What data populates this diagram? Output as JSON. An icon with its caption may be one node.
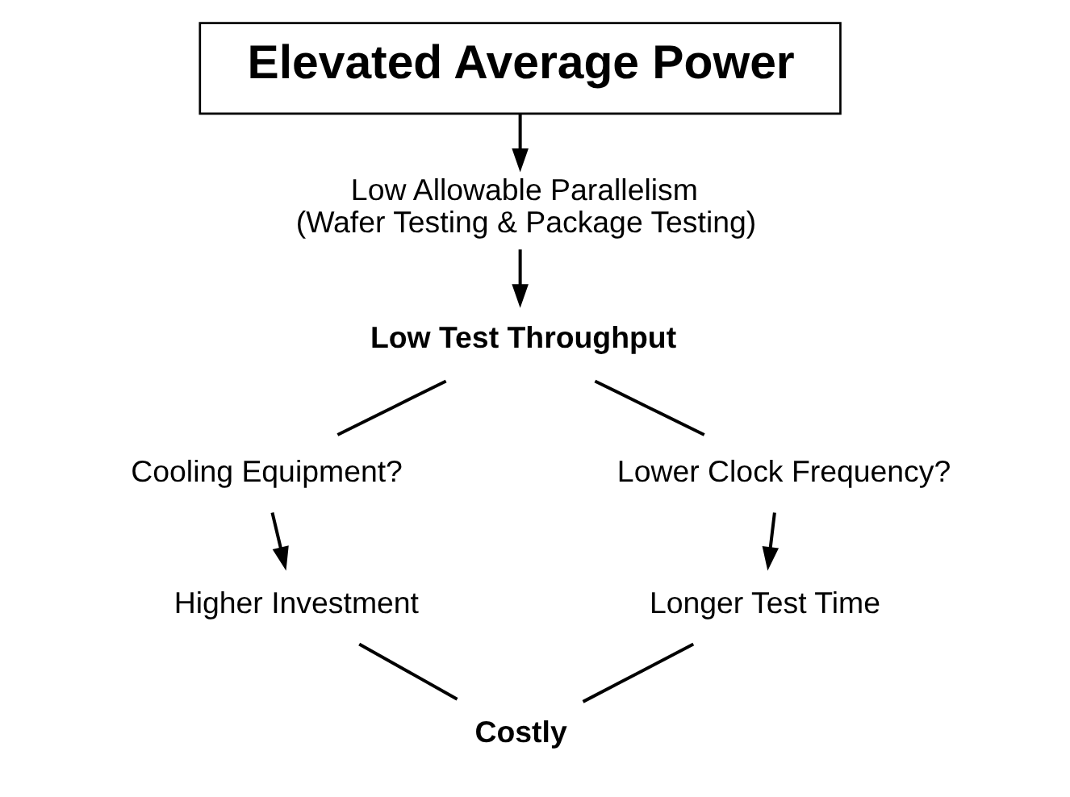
{
  "diagram": {
    "nodes": [
      {
        "text": [
          "Elevated Average Power"
        ]
      },
      {
        "text": [
          "Low Allowable Parallelism (Wafer Testing & Package Testing)"
        ]
      },
      {
        "text": [
          "Low Test Throughput"
        ]
      },
      {
        "text": [
          "Cooling Equipment?"
        ]
      },
      {
        "text": [
          "Lower Clock Frequency?"
        ]
      },
      {
        "text": [
          "Higher Investment"
        ]
      },
      {
        "text": [
          "Longer Test Time"
        ]
      },
      {
        "text": [
          "Costly"
        ]
      }
    ],
    "edges": [
      {
        "from": 0,
        "to": 1,
        "arrow": "to"
      },
      {
        "from": 1,
        "to": 2,
        "arrow": "to"
      },
      {
        "from": 2,
        "to": 3,
        "arrow": "none"
      },
      {
        "from": 2,
        "to": 4,
        "arrow": "none"
      },
      {
        "from": 3,
        "to": 5,
        "arrow": "to"
      },
      {
        "from": 4,
        "to": 6,
        "arrow": "to"
      },
      {
        "from": 5,
        "to": 7,
        "arrow": "none"
      },
      {
        "from": 6,
        "to": 7,
        "arrow": "none"
      }
    ]
  }
}
